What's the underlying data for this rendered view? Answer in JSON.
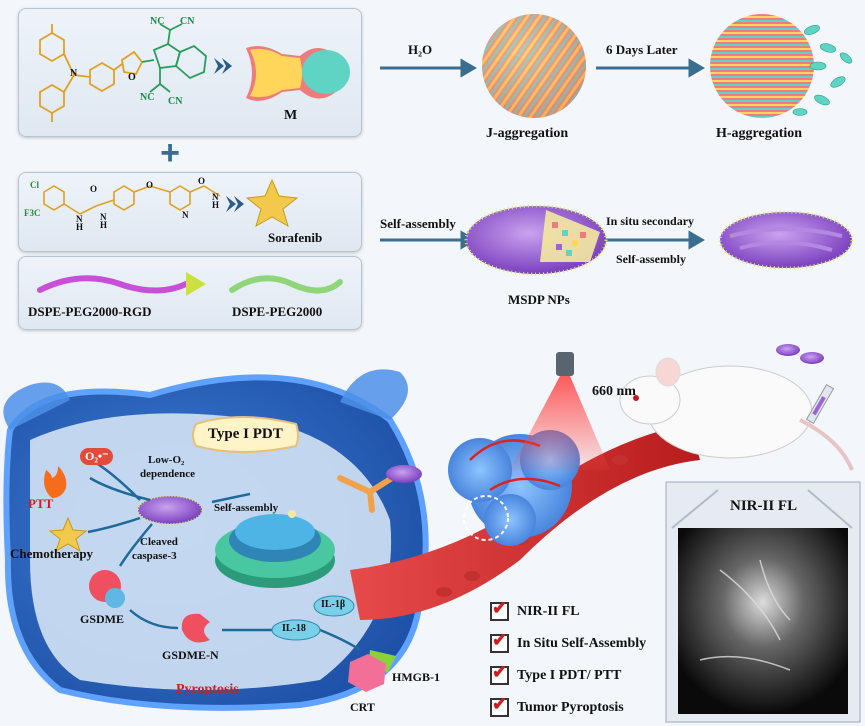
{
  "top": {
    "m_label": "M",
    "h2o_label": "H₂O",
    "days_label": "6 Days Later",
    "j_label": "J-aggregation",
    "h_label": "H-aggregation",
    "plus": "+",
    "sorafenib_label": "Sorafenib",
    "dspe_rgd_label": "DSPE-PEG2000-RGD",
    "dspe_label": "DSPE-PEG2000",
    "self_assembly_label": "Self-assembly",
    "in_situ_label_1": "In situ secondary",
    "in_situ_label_2": "Self-assembly",
    "msdp_label": "MSDP NPs"
  },
  "molecule": {
    "cn_labels": [
      "NC",
      "CN",
      "NC",
      "CN"
    ],
    "n_label": "N",
    "o_label": "O",
    "sora_atoms": [
      "Cl",
      "F3C",
      "N",
      "H",
      "O",
      "N",
      "H",
      "O",
      "N",
      "O",
      "N",
      "H"
    ]
  },
  "bottom": {
    "nm_label": "660 nm",
    "type1_pdt": "Type I PDT",
    "o2_label": "O₂•⁻",
    "low_o2_1": "Low-O₂",
    "low_o2_2": "dependence",
    "ptt": "PTT",
    "self_assembly": "Self-assembly",
    "chemo": "Chemotherapy",
    "cleaved_1": "Cleaved",
    "cleaved_2": "caspase-3",
    "gsdme": "GSDME",
    "gsdme_n": "GSDME-N",
    "il18": "IL-18",
    "il1b": "IL-1β",
    "hmgb": "HMGB-1",
    "pyroptosis": "Pyroptosis",
    "crt": "CRT",
    "nir_title": "NIR-II FL"
  },
  "checklist": [
    "NIR-II FL",
    "In Situ Self-Assembly",
    "Type I PDT/ PTT",
    "Tumor Pyroptosis"
  ],
  "colors": {
    "pink": "#ef6f8c",
    "cyan": "#5fd3c4",
    "yellow": "#ffd33f",
    "purple": "#9c64d4",
    "arrow": "#3a6e8f",
    "accent_red": "#d21d1d"
  }
}
